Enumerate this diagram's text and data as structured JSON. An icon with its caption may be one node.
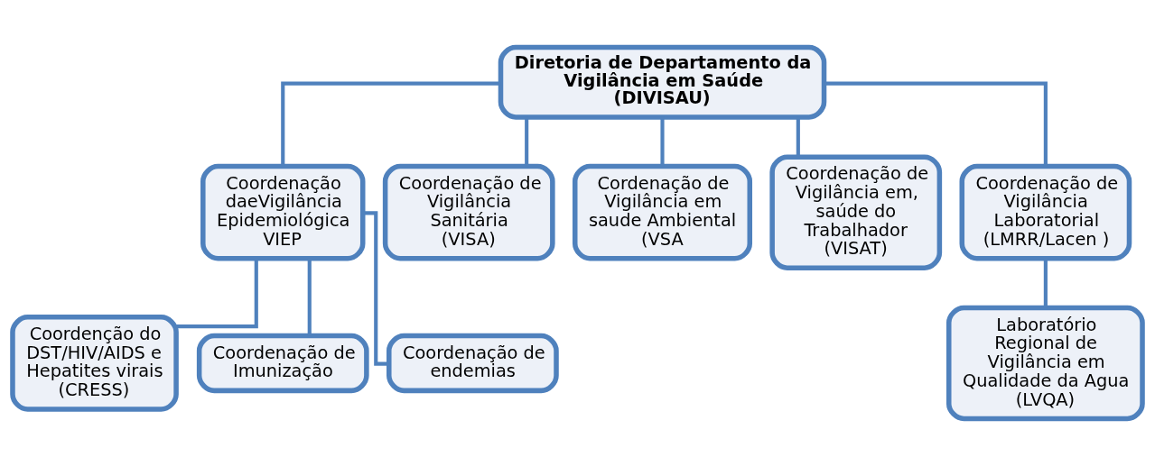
{
  "diagram": {
    "nodes": [
      {
        "text": [
          "Diretoria de Departamento da Vigilância em Saúde",
          "(DIVISAU)"
        ]
      },
      {
        "text": [
          "Coordenação daeVigilância Epidemiológica",
          "VIEP"
        ]
      },
      {
        "text": [
          "Coordenação de Vigilância Sanitária",
          "(VISA)"
        ]
      },
      {
        "text": [
          "Cordenação de Vigilância em saude Ambiental",
          "(VSA"
        ]
      },
      {
        "text": [
          "Coordenação de Vigilância em, saúde do Trabalhador",
          "(VISAT)"
        ]
      },
      {
        "text": [
          "Coordenação de Vigilância Laboratorial",
          "(LMRR/Lacen )"
        ]
      },
      {
        "text": [
          "Coordenção do DST/HIV/AIDS e Hepatites virais",
          "(CRESS)"
        ]
      },
      {
        "text": [
          "Coordenação de Imunização"
        ]
      },
      {
        "text": [
          "Coordenação de endemias"
        ]
      },
      {
        "text": [
          "Laboratório Regional de Vigilância em Qualidade da Agua",
          "(LVQA)"
        ]
      }
    ],
    "edges": [
      {
        "from": 0,
        "to": 1,
        "arrow": "none"
      },
      {
        "from": 0,
        "to": 2,
        "arrow": "none"
      },
      {
        "from": 0,
        "to": 3,
        "arrow": "none"
      },
      {
        "from": 0,
        "to": 4,
        "arrow": "none"
      },
      {
        "from": 0,
        "to": 5,
        "arrow": "none"
      },
      {
        "from": 1,
        "to": 6,
        "arrow": "none"
      },
      {
        "from": 1,
        "to": 7,
        "arrow": "none"
      },
      {
        "from": 1,
        "to": 8,
        "arrow": "none"
      },
      {
        "from": 5,
        "to": 9,
        "arrow": "none"
      }
    ]
  }
}
